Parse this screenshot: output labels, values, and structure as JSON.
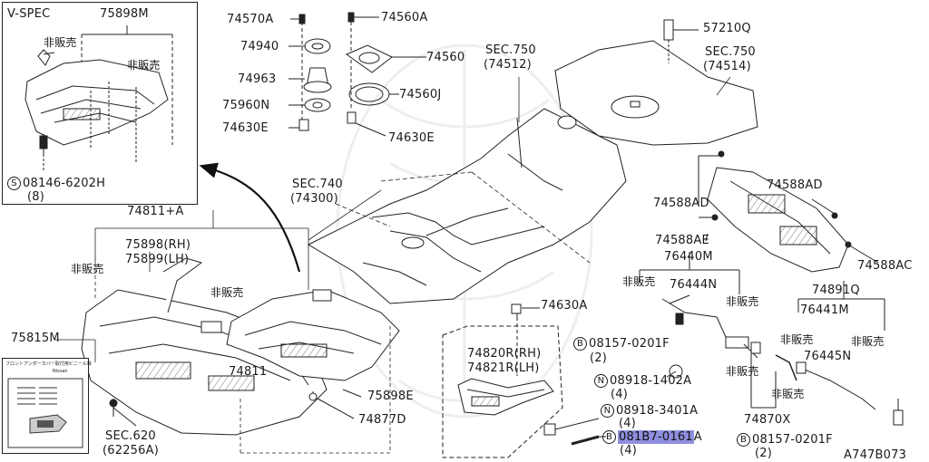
{
  "inset": {
    "title": "V-SPEC",
    "part_no": "75898M",
    "not_for_sale_1": "非販売",
    "not_for_sale_2": "非販売",
    "bolt_no": "08146-6202H",
    "bolt_circle": "S",
    "bolt_qty": "(8)"
  },
  "labels": {
    "p74570A": "74570A",
    "p74940": "74940",
    "p74963": "74963",
    "p75960N": "75960N",
    "p74630E_l": "74630E",
    "p74560A": "74560A",
    "p74560": "74560",
    "p74560J": "74560J",
    "p74630E_r": "74630E",
    "sec750a": "SEC.750",
    "sec750a_sub": "(74512)",
    "p57210Q": "57210Q",
    "sec750b": "SEC.750",
    "sec750b_sub": "(74514)",
    "sec740": "SEC.740",
    "sec740_sub": "(74300)",
    "p74811A": "74811+A",
    "p75898": "75898(RH)",
    "p75899": "75899(LH)",
    "nfs_a": "非販売",
    "nfs_b": "非販売",
    "p75815M": "75815M",
    "p74811": "74811",
    "p75898E": "75898E",
    "p74877D": "74877D",
    "sec620": "SEC.620",
    "sec620_sub": "(62256A)",
    "p74588AD_l": "74588AD",
    "p74588AD_r": "74588AD",
    "p74588AE": "74588AE",
    "p74588AC": "74588AC",
    "p76440M": "76440M",
    "nfs_c": "非販売",
    "p76444N": "76444N",
    "nfs_d": "非販売",
    "p74630A": "74630A",
    "p74891Q": "74891Q",
    "p76441M": "76441M",
    "p74820R": "74820R(RH)",
    "p74821R": "74821R(LH)",
    "b_circle": "B",
    "p08157_a": "08157-0201F",
    "q08157_a": "(2)",
    "n_circle": "N",
    "p08918_1402": "08918-1402A",
    "q08918_1402": "(4)",
    "p08918_3401": "08918-3401A",
    "q08918_3401": "(4)",
    "p081B7_code": "081B7-0161",
    "p081B7_suffix": "A",
    "q081B7": "(4)",
    "nfs_e": "非販売",
    "nfs_f": "非販売",
    "p76445N": "76445N",
    "nfs_g": "非販売",
    "nfs_h": "非販売",
    "p74870X": "74870X",
    "p08157_b": "08157-0201F",
    "q08157_b": "(2)",
    "drawing_no": "A747B073"
  },
  "placard": {
    "line1": "フロントアンダーカバー取付用ビニール袋",
    "line2": "Nissan"
  }
}
